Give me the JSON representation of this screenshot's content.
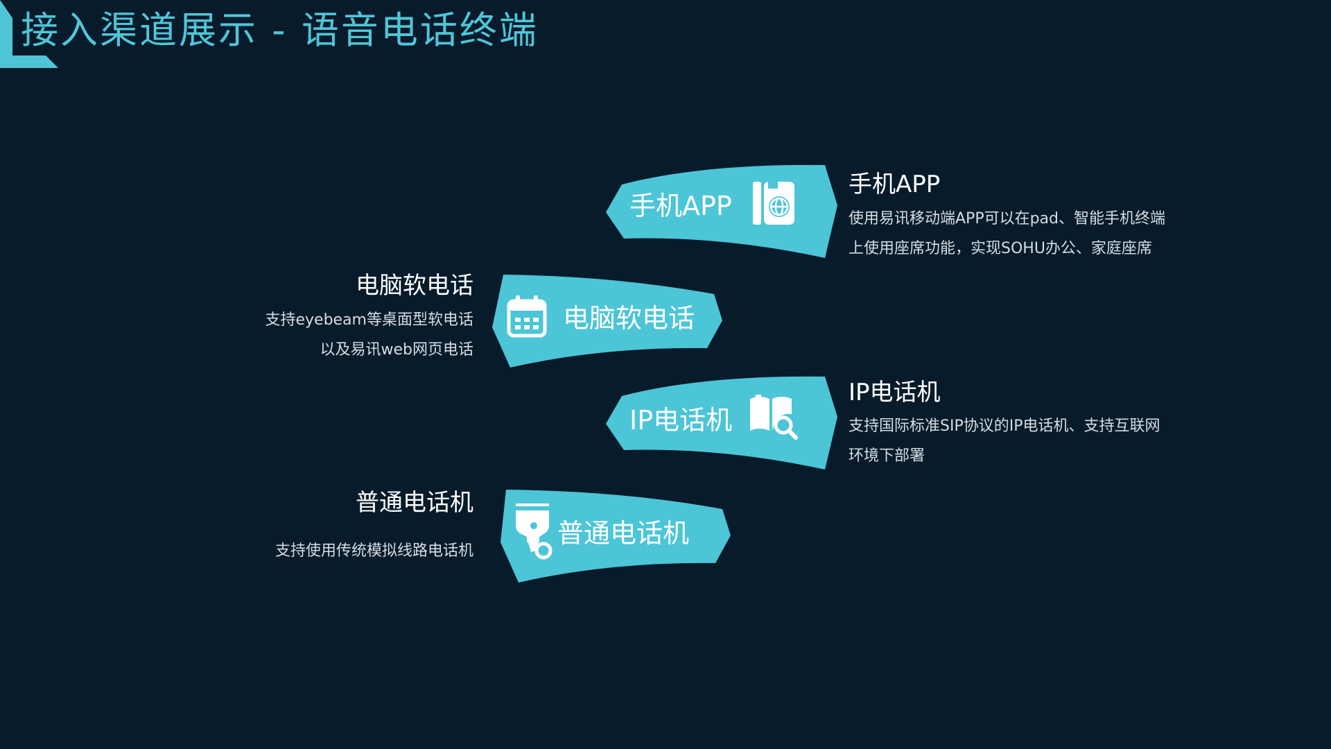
{
  "title": "接入渠道展示 - 语音电话终端",
  "colors": {
    "background": "#071b2b",
    "accent": "#4fc6d8",
    "tab_fill": "#4cc5d7",
    "text": "#ffffff",
    "desc_text": "#d7dde2"
  },
  "channels": [
    {
      "tab_label": "手机APP",
      "icon": "mobile-globe-icon",
      "title": "手机APP",
      "desc": [
        "使用易讯移动端APP可以在pad、智能手机终端",
        "上使用座席功能，实现SOHU办公、家庭座席"
      ]
    },
    {
      "tab_label": "电脑软电话",
      "icon": "calendar-icon",
      "title": "电脑软电话",
      "desc": [
        "支持eyebeam等桌面型软电话",
        "以及易讯web网页电话"
      ]
    },
    {
      "tab_label": "IP电话机",
      "icon": "book-search-icon",
      "title": "IP电话机",
      "desc": [
        "支持国际标准SIP协议的IP电话机、支持互联网",
        "环境下部署"
      ]
    },
    {
      "tab_label": "普通电话机",
      "icon": "pin-tool-icon",
      "title": "普通电话机",
      "desc": [
        "支持使用传统模拟线路电话机"
      ]
    }
  ]
}
